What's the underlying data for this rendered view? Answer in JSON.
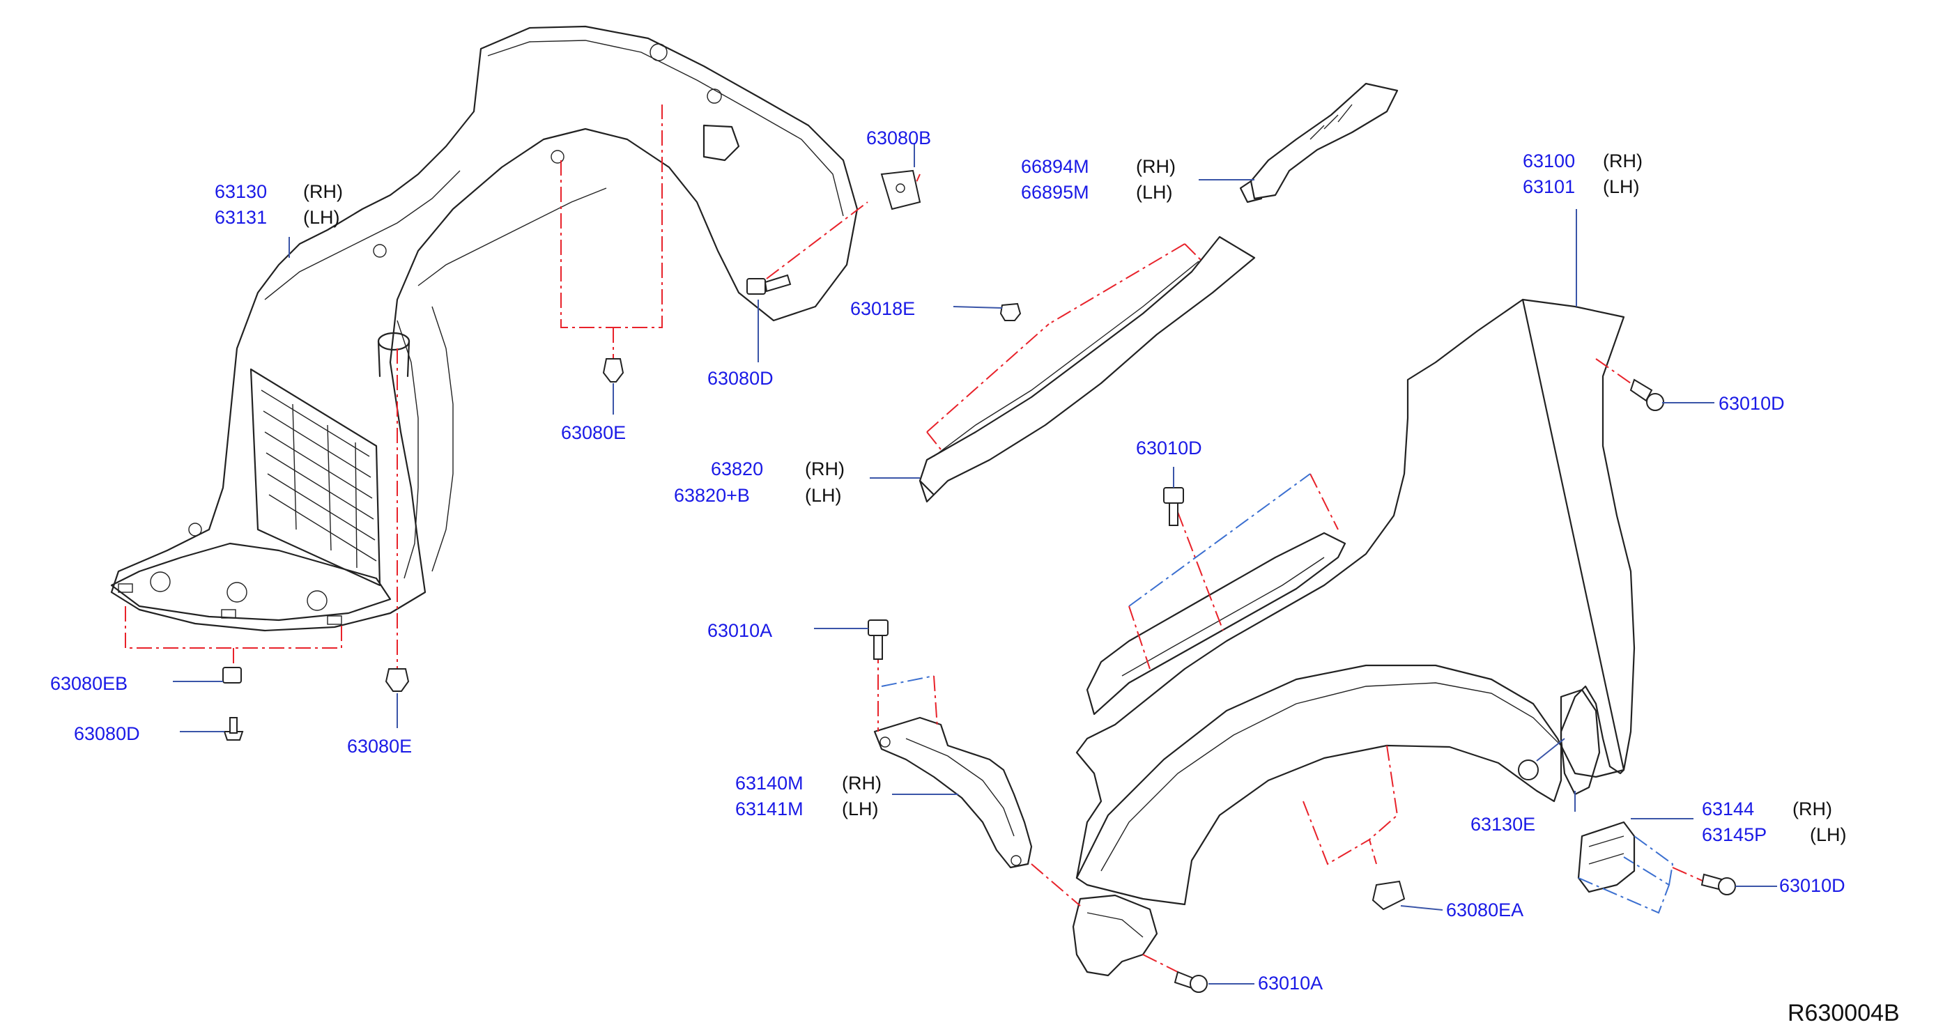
{
  "diagram": {
    "reference_code": "R630004B",
    "colors": {
      "part_number": "#1a1ae6",
      "side_text": "#111111",
      "leader_line": "#3a55a8",
      "centerline_red": "#e8222a",
      "centerline_blue": "#3b6fd0",
      "outline": "#222222"
    },
    "callouts": {
      "c63130": {
        "pn_rh": "63130",
        "pn_lh": "63131",
        "rh": "(RH)",
        "lh": "(LH)"
      },
      "c63080B": {
        "pn": "63080B"
      },
      "c66894M": {
        "pn_rh": "66894M",
        "pn_lh": "66895M",
        "rh": "(RH)",
        "lh": "(LH)"
      },
      "c63100": {
        "pn_rh": "63100",
        "pn_lh": "63101",
        "rh": "(RH)",
        "lh": "(LH)"
      },
      "c63018E": {
        "pn": "63018E"
      },
      "c63080D_top": {
        "pn": "63080D"
      },
      "c63010D_right": {
        "pn": "63010D"
      },
      "c63080E_mid": {
        "pn": "63080E"
      },
      "c63820": {
        "pn_rh": "63820",
        "pn_lh": "63820+B",
        "rh": "(RH)",
        "lh": "(LH)"
      },
      "c63010D_mid": {
        "pn": "63010D"
      },
      "c63010A_mid": {
        "pn": "63010A"
      },
      "c63080EB": {
        "pn": "63080EB"
      },
      "c63080D_bottom": {
        "pn": "63080D"
      },
      "c63080E_bottom": {
        "pn": "63080E"
      },
      "c63140M": {
        "pn_rh": "63140M",
        "pn_lh": "63141M",
        "rh": "(RH)",
        "lh": "(LH)"
      },
      "c63130E": {
        "pn": "63130E"
      },
      "c63144": {
        "pn_rh": "63144",
        "pn_lh": "63145P",
        "rh": "(RH)",
        "lh": "(LH)"
      },
      "c63010D_bottom": {
        "pn": "63010D"
      },
      "c63080EA": {
        "pn": "63080EA"
      },
      "c63010A_bottom": {
        "pn": "63010A"
      }
    }
  }
}
